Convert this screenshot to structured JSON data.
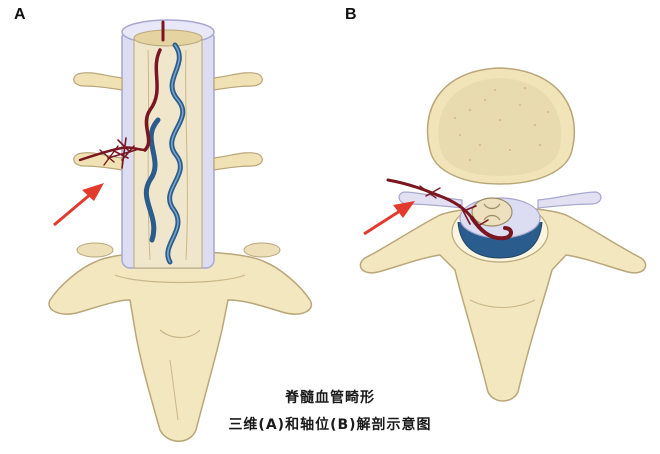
{
  "figure": {
    "panel_a_label": "A",
    "panel_b_label": "B",
    "caption_line_1": "脊髓血管畸形",
    "caption_line_2": "三维(A)和轴位(B)解剖示意图"
  },
  "colors": {
    "bone": "#f3e7bf",
    "bone_outline": "#b9a77a",
    "dura": "#dcdcf2",
    "dura_outline": "#a7a7cf",
    "cord": "#e6d3a2",
    "vein_blue": "#2a5d8e",
    "vein_red": "#7a1620",
    "arrow": "#e23b2e"
  }
}
